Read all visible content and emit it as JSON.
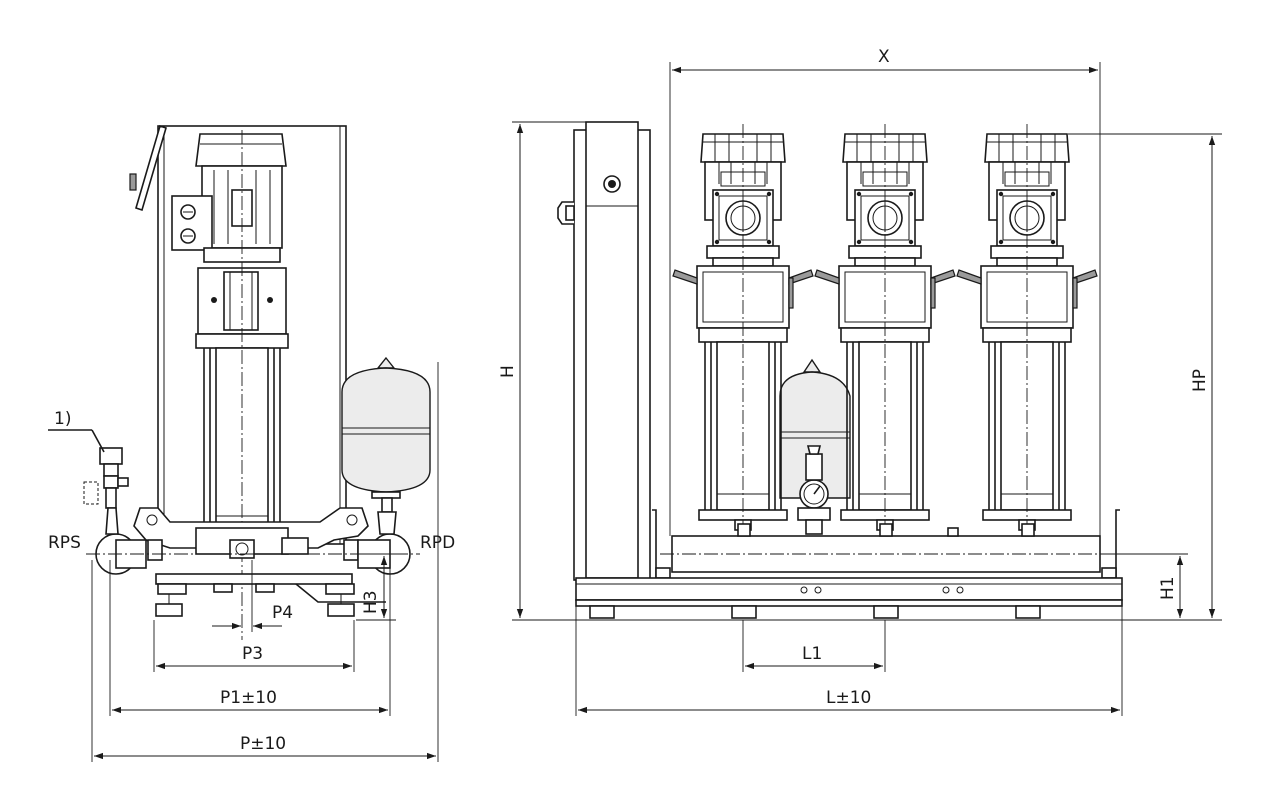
{
  "labels": {
    "note": "1)",
    "rps": "RPS",
    "rpd": "RPD",
    "h3": "H3",
    "p4": "P4",
    "p3": "P3",
    "p1": "P1±10",
    "p": "P±10",
    "x": "X",
    "h": "H",
    "hp": "HP",
    "h1": "H1",
    "l1": "L1",
    "l": "L±10"
  }
}
